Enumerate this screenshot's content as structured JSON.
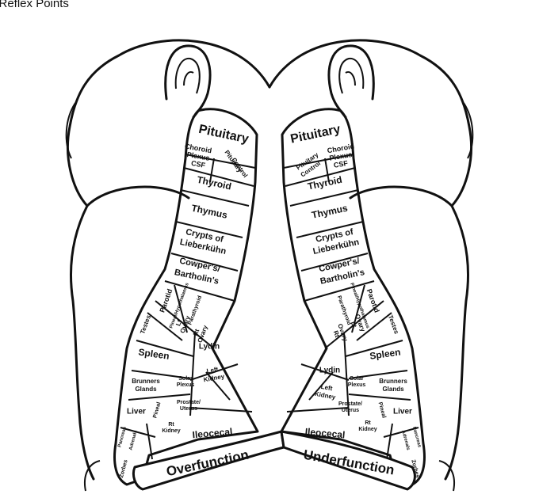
{
  "title": "e Reflex Points",
  "left_foot": {
    "pituitary": "Pituitary",
    "choroid_plexus": [
      "Choroid",
      "Plexus",
      "CSF"
    ],
    "pituitary_control": [
      "Pituitary",
      "Control"
    ],
    "thyroid": "Thyroid",
    "thymus": "Thymus",
    "crypts": [
      "Crypts of",
      "Lieberkühn"
    ],
    "cowpers": [
      "Cowper's/",
      "Bartholin's"
    ],
    "parotid": "Parotid",
    "pineal_top": "Pineal/Hypothalamus",
    "lt_ovary": [
      "Lt",
      "Ovary"
    ],
    "parathyroid": "Parathyroid",
    "testes": "Testes",
    "rt_ovary": [
      "Rt",
      "Ovary"
    ],
    "spleen": "Spleen",
    "lydin": "Lydin",
    "solar_plexus": [
      "Solar",
      "Plexus"
    ],
    "left_kidney": [
      "Left",
      "Kidney"
    ],
    "brunners": [
      "Brunners",
      "Glands"
    ],
    "liver": "Liver",
    "pineal": "Pineal",
    "prostate": [
      "Prostate/",
      "Uterus"
    ],
    "rt_kidney": [
      "Rt",
      "Kidney"
    ],
    "ileocecal": "Ileocecal",
    "pancreas": "Pancreas",
    "adrenals": "Adrenals",
    "zorbes": "Zorbes"
  },
  "right_foot": {
    "pituitary": "Pituitary",
    "choroid_plexus": [
      "Choroid",
      "Plexus",
      "CSF"
    ],
    "pituitary_control": [
      "Pituitary",
      "Control"
    ],
    "thyroid": "Thyroid",
    "thymus": "Thymus",
    "crypts": [
      "Crypts of",
      "Lieberkühn"
    ],
    "cowpers": [
      "Cowper's/",
      "Bartholin's"
    ],
    "parotid": "Parotid",
    "pineal_top": "Pineal/Hypothalamus",
    "lt_ovary": [
      "Lt",
      "Ovary"
    ],
    "parathyroid": "Parathyroid",
    "testes": "Testes",
    "rt_ovary": [
      "Rt",
      "Ovary"
    ],
    "spleen": "Spleen",
    "lydin": "Lydin",
    "solar_plexus": [
      "Solar",
      "Plexus"
    ],
    "left_kidney": [
      "Left",
      "Kidney"
    ],
    "brunners": [
      "Brunners",
      "Glands"
    ],
    "liver": "Liver",
    "pineal": "Pineal",
    "prostate": [
      "Prostate/",
      "Uterus"
    ],
    "rt_kidney": [
      "Rt",
      "Kidney"
    ],
    "ileocecal": "Ileocecal",
    "pancreas": "Pancreas",
    "adrenals": "Adrenals",
    "zorbes": "Zorbes"
  },
  "bands": {
    "left": "Overfunction",
    "right": "Underfunction"
  }
}
